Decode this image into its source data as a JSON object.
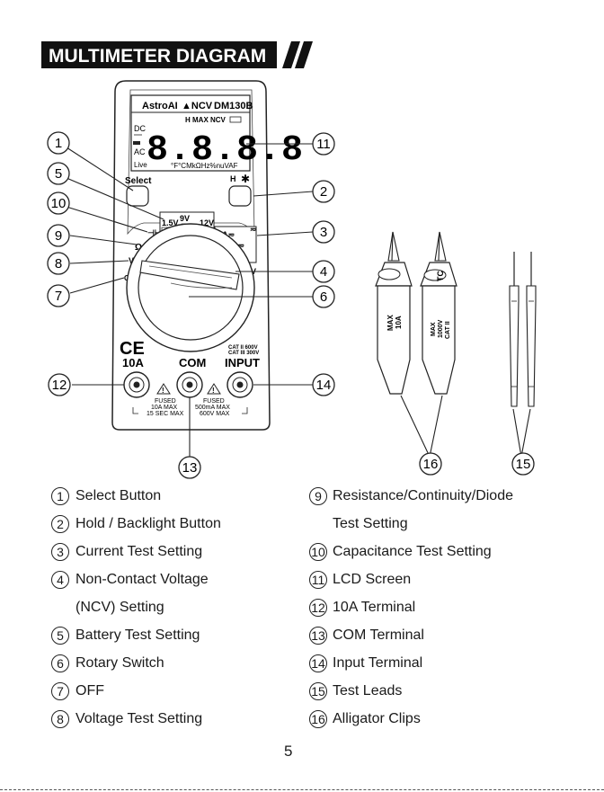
{
  "title": "MULTIMETER DIAGRAM",
  "meter": {
    "brand": "AstroAI",
    "ncv_mark": "▲NCV",
    "model": "DM130B",
    "lcd_digits": "8.8.8.8",
    "lcd_top_icons": "H  MAX NCV",
    "lcd_dc": "DC",
    "lcd_ac": "AC",
    "lcd_live": "Live",
    "lcd_units": "°F°CMkΩHz%nuVAF",
    "select_label": "Select",
    "hold_icon": "H",
    "backlight_icon": "✱",
    "battery_labels": [
      "1.5V",
      "9V",
      "12V"
    ],
    "dial_labels": {
      "cap": "⊣⊢",
      "ohm": "Ω",
      "volt": "V",
      "off": "OFF",
      "ua": "µA≂",
      "ma": "mA≂",
      "a": "A≂",
      "ncv": "NCV"
    },
    "ce_mark": "CE",
    "terminals": [
      "10A",
      "COM",
      "INPUT"
    ],
    "cat_rating": [
      "CAT II 600V",
      "CAT III 300V"
    ],
    "fuse_left": [
      "FUSED",
      "10A MAX",
      "15 SEC MAX"
    ],
    "fuse_right": [
      "FUSED",
      "500mA MAX",
      "600V MAX"
    ]
  },
  "clips": {
    "left_label": [
      "MAX",
      "10A"
    ],
    "right_label": [
      "MAX",
      "1000V",
      "CAT II"
    ],
    "right_tag": "TC"
  },
  "callouts": [
    "1",
    "2",
    "3",
    "4",
    "5",
    "6",
    "7",
    "8",
    "9",
    "10",
    "11",
    "12",
    "13",
    "14",
    "15",
    "16"
  ],
  "legend": {
    "left": [
      {
        "num": "1",
        "text": "Select Button"
      },
      {
        "num": "2",
        "text": "Hold / Backlight Button"
      },
      {
        "num": "3",
        "text": "Current Test Setting"
      },
      {
        "num": "4",
        "text": "Non-Contact Voltage"
      },
      {
        "num": "",
        "text": "(NCV) Setting"
      },
      {
        "num": "5",
        "text": "Battery Test Setting"
      },
      {
        "num": "6",
        "text": "Rotary Switch"
      },
      {
        "num": "7",
        "text": "OFF"
      },
      {
        "num": "8",
        "text": "Voltage Test Setting"
      }
    ],
    "right": [
      {
        "num": "9",
        "text": "Resistance/Continuity/Diode"
      },
      {
        "num": "",
        "text": "Test Setting"
      },
      {
        "num": "10",
        "text": "Capacitance Test Setting"
      },
      {
        "num": "11",
        "text": "LCD Screen"
      },
      {
        "num": "12",
        "text": "10A Terminal"
      },
      {
        "num": "13",
        "text": "COM Terminal"
      },
      {
        "num": "14",
        "text": "Input Terminal"
      },
      {
        "num": "15",
        "text": "Test Leads"
      },
      {
        "num": "16",
        "text": "Alligator Clips"
      }
    ]
  },
  "page_number": "5"
}
